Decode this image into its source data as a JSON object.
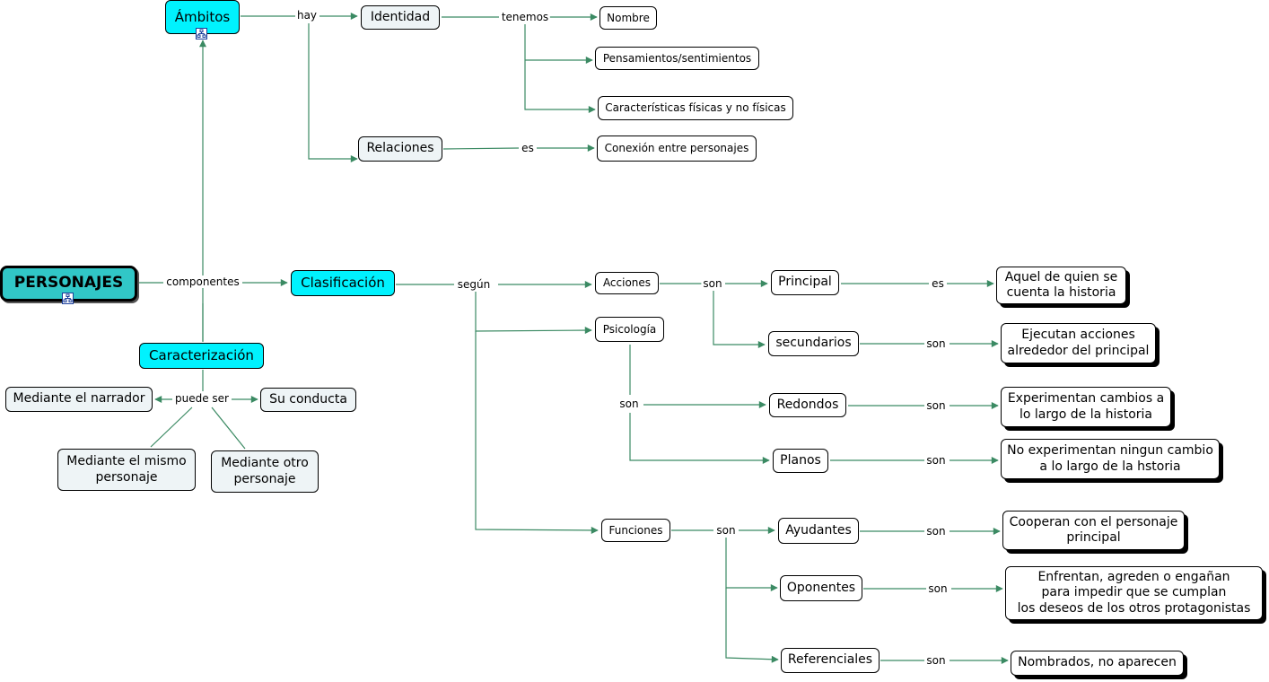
{
  "colors": {
    "link": "#3b8a63",
    "cyan": "#00f2fe",
    "personajes": "#31c7c7",
    "grey": "#eef4f6"
  },
  "nodes": {
    "personajes": "PERSONAJES",
    "ambitos": "Ámbitos",
    "identidad": "Identidad",
    "nombre": "Nombre",
    "pensamientos": "Pensamientos/sentimientos",
    "caracteristicas": "Características físicas y no físicas",
    "relaciones": "Relaciones",
    "conexion": "Conexión entre personajes",
    "clasificacion": "Clasificación",
    "acciones": "Acciones",
    "psicologia": "Psicología",
    "funciones": "Funciones",
    "principal": "Principal",
    "secundarios": "secundarios",
    "redondos": "Redondos",
    "planos": "Planos",
    "ayudantes": "Ayudantes",
    "oponentes": "Oponentes",
    "referenciales": "Referenciales",
    "principal_def": [
      "Aquel de quien se",
      "cuenta la historia"
    ],
    "secundarios_def": [
      "Ejecutan acciones",
      "alrededor del principal"
    ],
    "redondos_def": [
      "Experimentan cambios a",
      "lo largo de la historia"
    ],
    "planos_def": [
      "No experimentan ningun cambio",
      "a lo largo de la hstoria"
    ],
    "ayudantes_def": [
      "Cooperan con el personaje",
      "principal"
    ],
    "oponentes_def": [
      "Enfrentan, agreden o engañan",
      "para impedir que se cumplan",
      "los deseos de los otros protagonistas"
    ],
    "referenciales_def": "Nombrados, no aparecen",
    "caracterizacion": "Caracterización",
    "narrador": "Mediante el narrador",
    "conducta": "Su conducta",
    "mismo": [
      "Mediante el mismo",
      "personaje"
    ],
    "otro": [
      "Mediante otro",
      "personaje"
    ]
  },
  "labels": {
    "hay": "hay",
    "tenemos": "tenemos",
    "es_rel": "es",
    "componentes": "componentes",
    "segun": "según",
    "son_acc": "son",
    "son_psi": "son",
    "son_fun": "son",
    "es_principal": "es",
    "son_secundarios": "son",
    "son_redondos": "son",
    "son_planos": "son",
    "son_ayudantes": "son",
    "son_oponentes": "son",
    "son_referenciales": "son",
    "puede_ser": "puede ser"
  },
  "icons": [
    "concept-map-icon",
    "concept-map-icon"
  ]
}
